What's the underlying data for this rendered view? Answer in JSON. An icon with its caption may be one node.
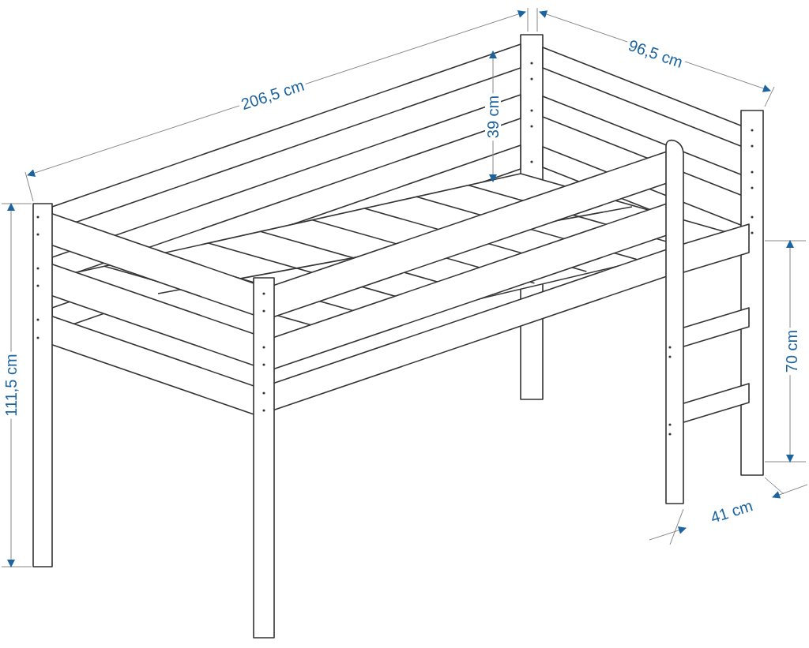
{
  "diagram": {
    "labels": [
      "206,5 cm",
      "96,5 cm",
      "39 cm",
      "111,5 cm",
      "70 cm",
      "41 cm"
    ]
  }
}
